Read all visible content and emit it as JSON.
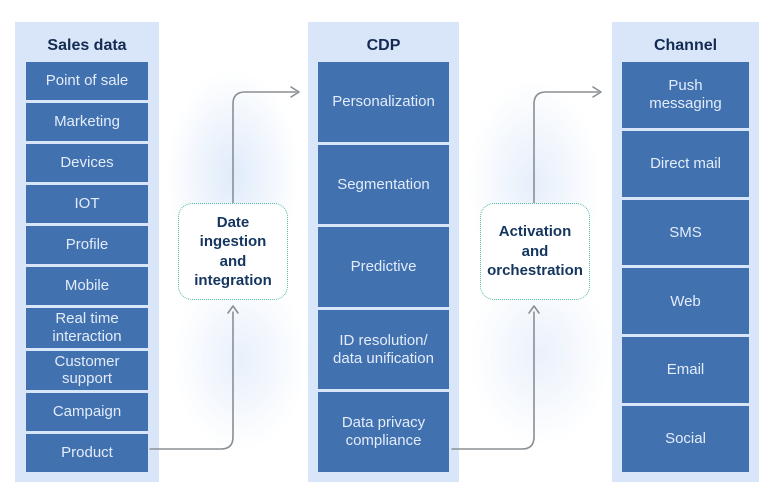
{
  "diagram": {
    "columns": [
      {
        "title": "Sales data",
        "items": [
          "Point of sale",
          "Marketing",
          "Devices",
          "IOT",
          "Profile",
          "Mobile",
          "Real time\ninteraction",
          "Customer\nsupport",
          "Campaign",
          "Product"
        ]
      },
      {
        "title": "CDP",
        "items": [
          "Personalization",
          "Segmentation",
          "Predictive",
          "ID resolution/\ndata unification",
          "Data privacy\ncompliance"
        ]
      },
      {
        "title": "Channel",
        "items": [
          "Push\nmessaging",
          "Direct mail",
          "SMS",
          "Web",
          "Email",
          "Social"
        ]
      }
    ],
    "connectors": [
      {
        "label": "Date\ningestion\nand\nintegration"
      },
      {
        "label": "Activation\nand\norchestration"
      }
    ]
  },
  "colors": {
    "panel-bg": "#d9e6f9",
    "box-bg": "#4271b0",
    "box-text": "#e2ecfa",
    "title-text": "#132b52",
    "connector-border": "#4fb8a6",
    "connector-text": "#14355f",
    "arrow": "#8a8f94",
    "page-bg": "#ffffff"
  }
}
